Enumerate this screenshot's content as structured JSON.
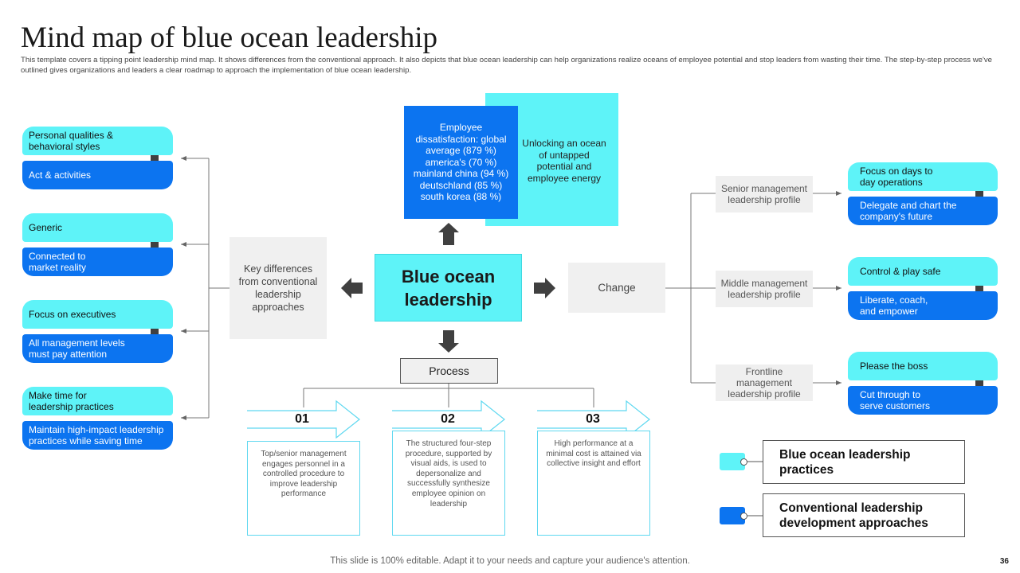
{
  "title": "Mind map of blue ocean leadership",
  "subtitle": "This template covers a tipping point leadership mind map. It shows differences from the conventional approach. It also depicts that blue ocean leadership can help organizations realize oceans of employee potential and stop leaders from wasting their time. The step-by-step process we've outlined gives organizations and leaders a clear roadmap to approach the implementation  of blue ocean leadership.",
  "center": {
    "label": "Blue ocean leadership"
  },
  "top": {
    "stat_text": "Employee dissatisfaction: global average (879 %) america's (70 %) mainland china (94 %) deutschland (85 %) south korea (88 %)",
    "unlock_text": "Unlocking an ocean of untapped potential and employee energy"
  },
  "left": {
    "key_differences": "Key differences from conventional leadership approaches",
    "pairs": [
      {
        "light": "Personal qualities & behavioral styles",
        "dark": "Act & activities"
      },
      {
        "light": "Generic",
        "dark": "Connected to market reality"
      },
      {
        "light": "Focus on executives",
        "dark": "All management levels must pay attention"
      },
      {
        "light": "Make time for leadership practices",
        "dark": "Maintain high-impact leadership practices while saving time"
      }
    ]
  },
  "right": {
    "change": "Change",
    "profiles": [
      "Senior management leadership profile",
      "Middle management leadership profile",
      "Frontline management leadership profile"
    ],
    "pairs": [
      {
        "light": "Focus on days to day operations",
        "dark": "Delegate and chart the company's future"
      },
      {
        "light": "Control & play safe",
        "dark": "Liberate, coach, and empower"
      },
      {
        "light": "Please the boss",
        "dark": "Cut through to serve customers"
      }
    ]
  },
  "process": {
    "label": "Process",
    "steps": [
      {
        "num": "01",
        "text": "Top/senior management engages personnel in a controlled procedure to improve leadership performance"
      },
      {
        "num": "02",
        "text": "The structured four-step procedure, supported by visual aids, is used to depersonalize and successfully synthesize employee opinion on leadership"
      },
      {
        "num": "03",
        "text": "High performance at a minimal cost is attained via collective insight and effort"
      }
    ]
  },
  "legend": [
    {
      "label": "Blue ocean leadership practices",
      "color": "#5ef3f8"
    },
    {
      "label": "Conventional leadership development approaches",
      "color": "#0c74f0"
    }
  ],
  "footer": "This slide is 100% editable. Adapt it to your needs and capture your audience's attention.",
  "page_number": "36",
  "colors": {
    "light": "#5ef3f8",
    "dark": "#0c74f0",
    "grey": "#f0f0f0",
    "arrow": "#404040"
  }
}
